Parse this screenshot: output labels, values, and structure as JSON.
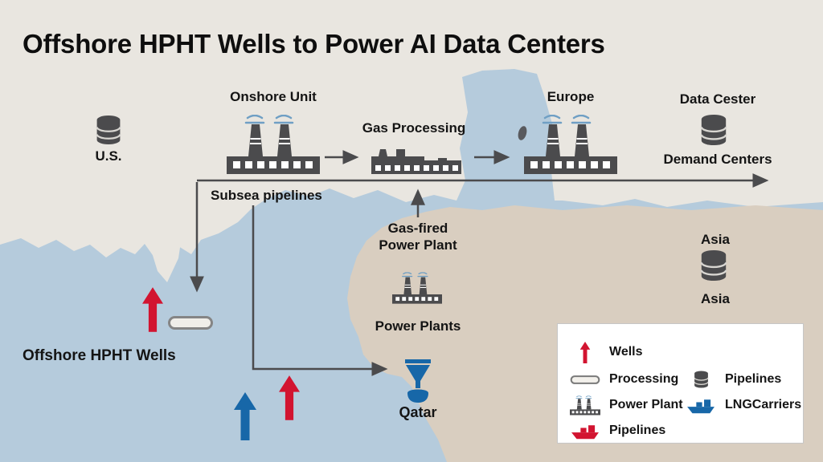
{
  "title": "Offshore HPHT Wells to Power AI Data Centers",
  "map_labels": {
    "us": "U.S.",
    "onshore_unit": "Onshore Unit",
    "gas_processing": "Gas Processing",
    "europe": "Europe",
    "data_center": "Data Cester",
    "demand_centers": "Demand Centers",
    "subsea_pipelines": "Subsea pipelines",
    "gas_fired_line1": "Gas-fired",
    "gas_fired_line2": "Power Plant",
    "asia_upper": "Asia",
    "asia_lower": "Asia",
    "power_plants": "Power Plants",
    "offshore_hpht_wells": "Offshore HPHT Wells",
    "qatar": "Qatar"
  },
  "legend": {
    "left": [
      {
        "icon": "well-arrow-icon",
        "label": "Wells"
      },
      {
        "icon": "processing-capsule-icon",
        "label": "Processing"
      },
      {
        "icon": "power-plant-icon",
        "label": "Power Plant"
      },
      {
        "icon": "ship-icon",
        "label": "Pipelines"
      }
    ],
    "right": [
      {
        "icon": "database-icon",
        "label": "Pipelines"
      },
      {
        "icon": "lng-carrier-ship-icon",
        "label": "LNGCarriers"
      }
    ]
  },
  "colors": {
    "red": "#d21430",
    "blue": "#1767a8",
    "dark": "#4b4b4d",
    "ocean": "#b5cbdc",
    "land-north": "#e9e6e0",
    "land-south": "#d9cec0",
    "text": "#141414",
    "legend-bg": "#ffffff",
    "legend-border": "#c6c6c6",
    "smoke-blue": "#6f9fc4"
  }
}
